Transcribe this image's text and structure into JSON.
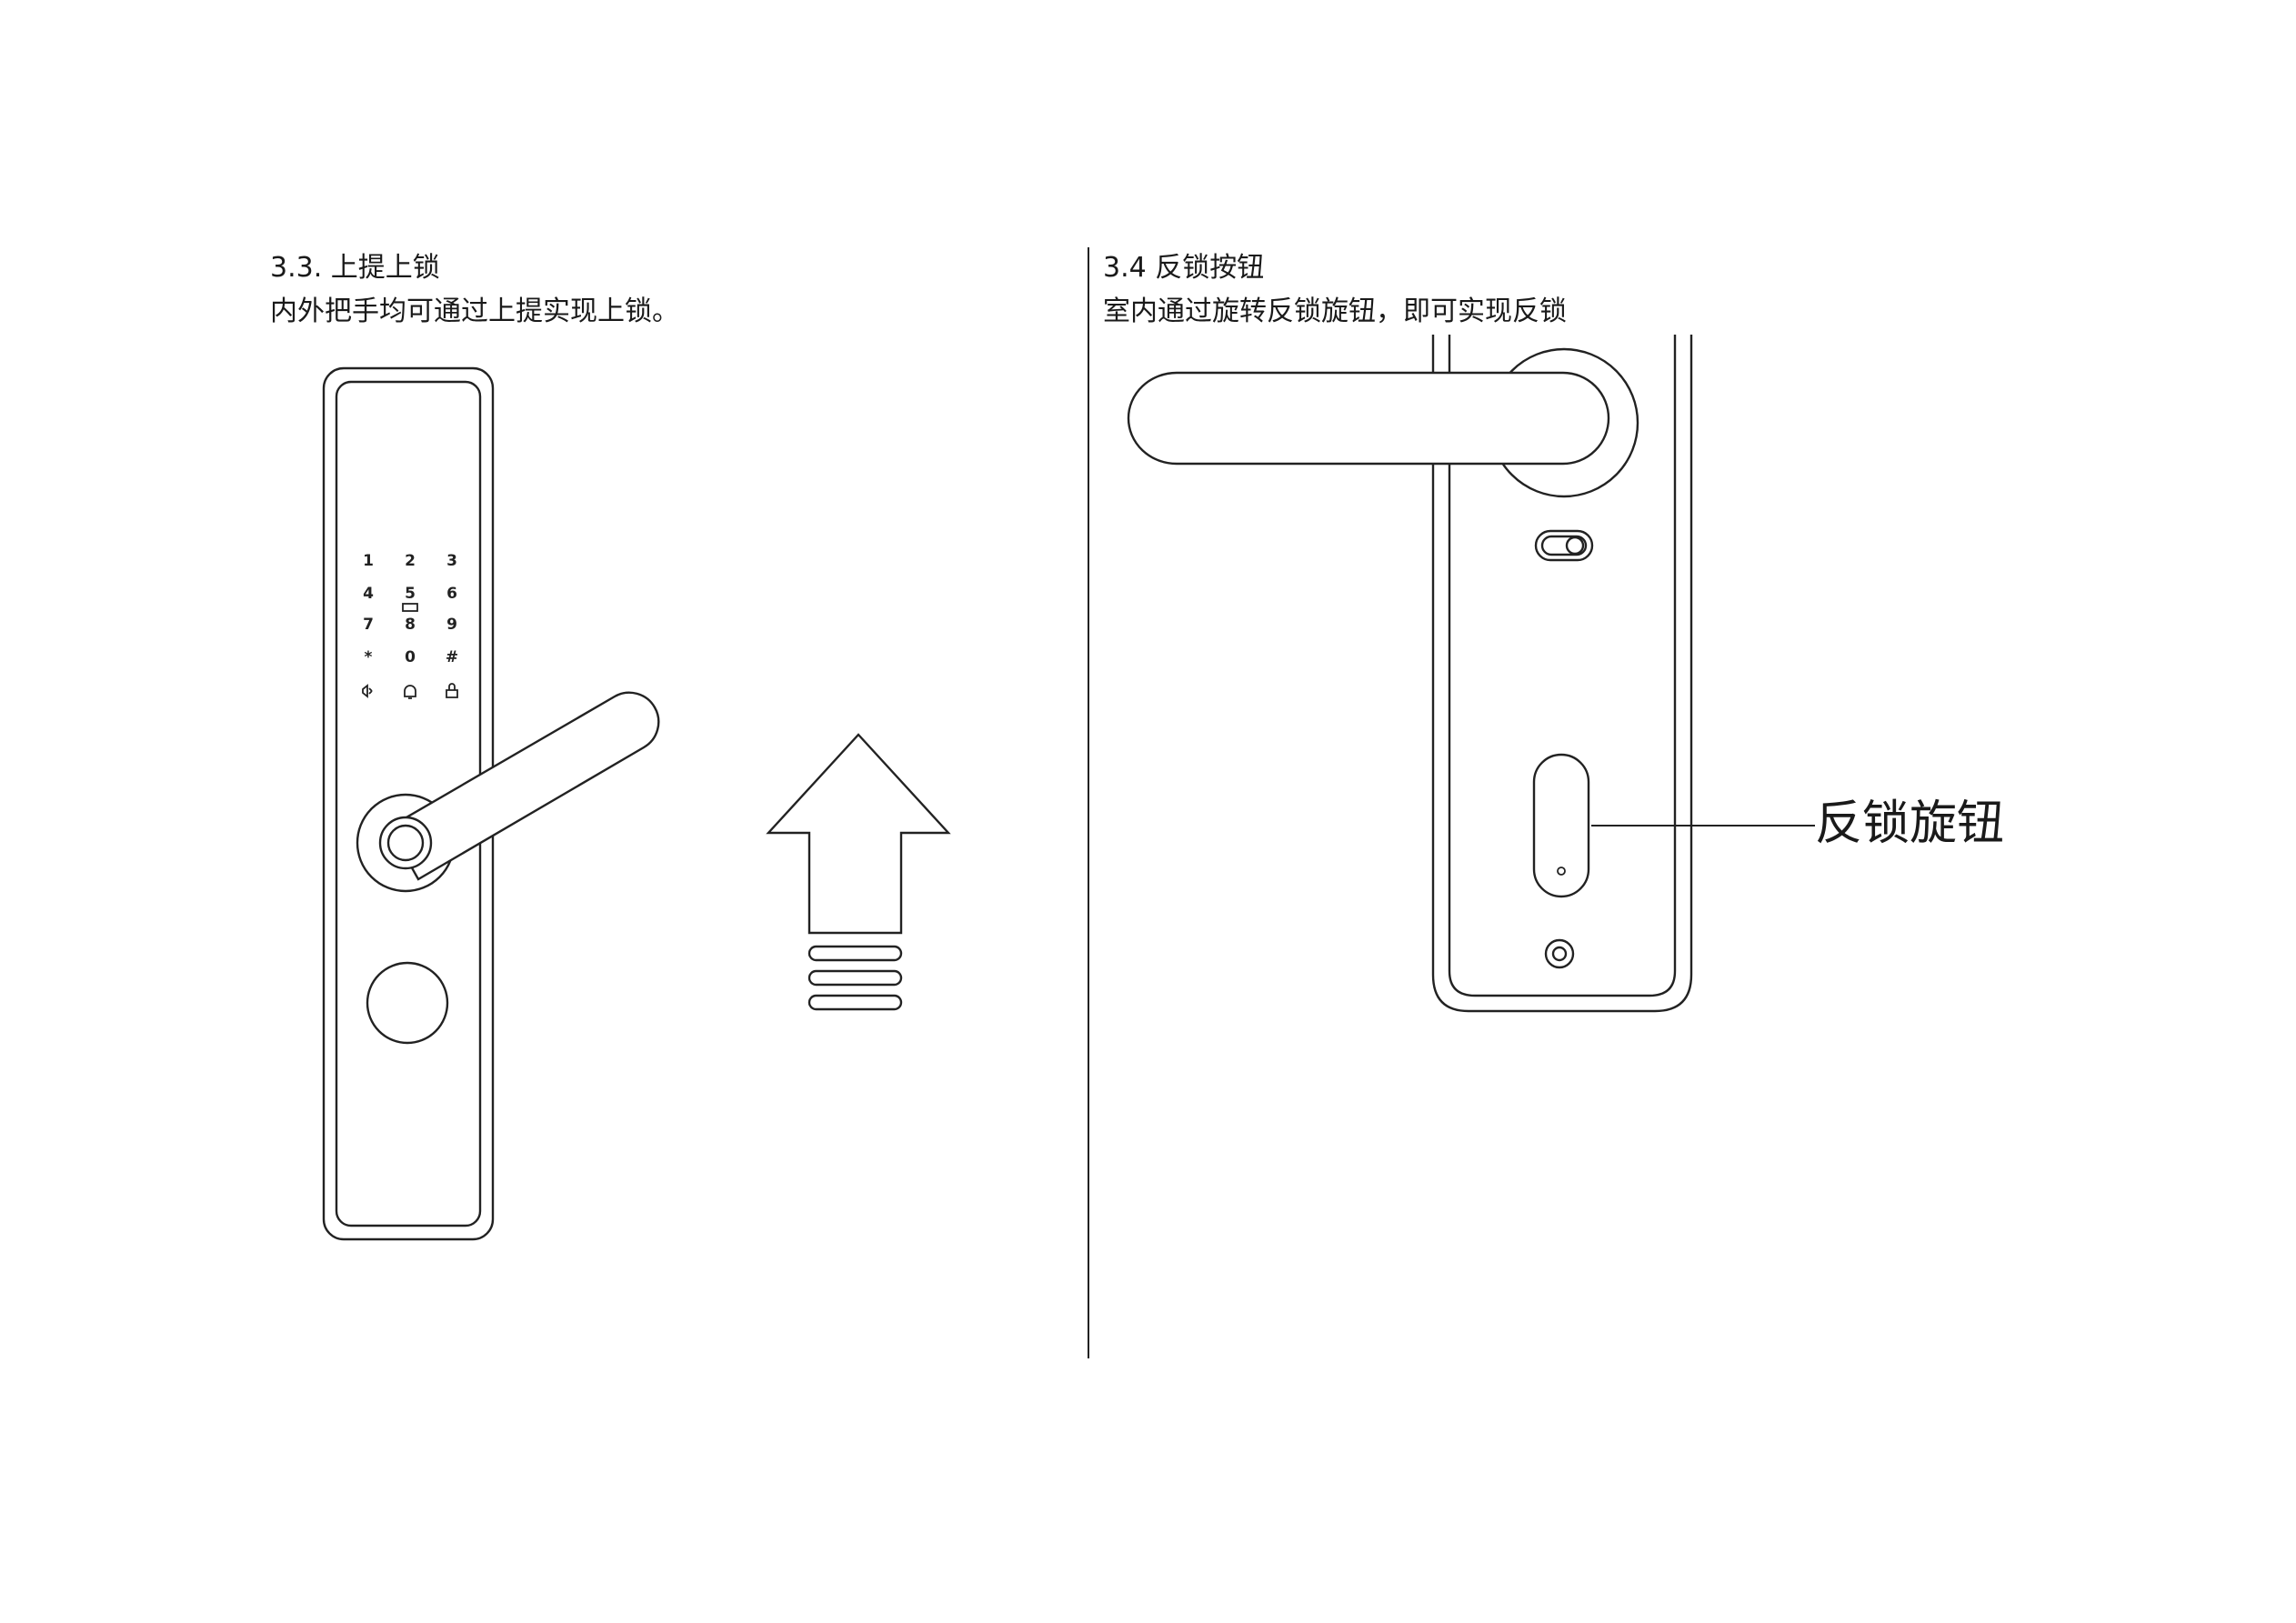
{
  "sections": [
    {
      "title": "3.3. 上提上锁",
      "description": "内外把手均可通过上提实现上锁。"
    },
    {
      "title": "3.4 反锁按钮",
      "description": "室内通过旋转反锁旋钮，即可实现反锁",
      "callout": "反锁旋钮"
    }
  ],
  "keypad": {
    "rows": [
      [
        "1",
        "2",
        "3"
      ],
      [
        "4",
        "5",
        "6"
      ],
      [
        "7",
        "8",
        "9"
      ],
      [
        "*",
        "0",
        "#"
      ]
    ]
  },
  "icons": [
    "smart-lock-panel",
    "up-arrow",
    "door-handle",
    "thumb-turn-knob",
    "key-cylinder"
  ]
}
